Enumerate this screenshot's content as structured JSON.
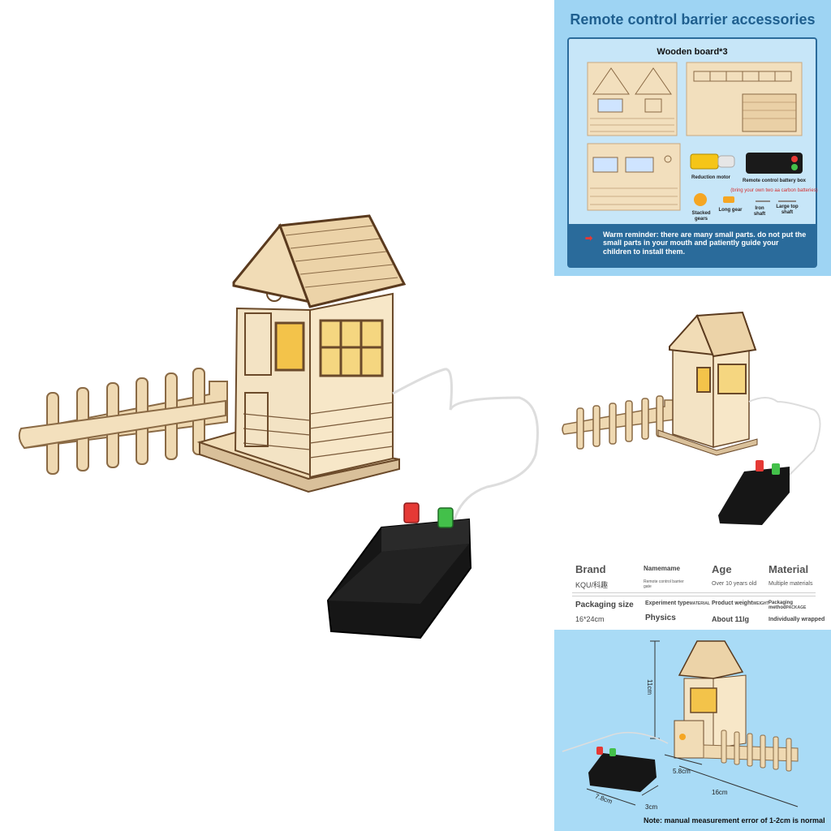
{
  "accessories": {
    "title": "Remote control barrier accessories",
    "board_label": "Wooden board*3",
    "parts": {
      "reduction_motor": "Reduction motor",
      "battery_box": "Remote control battery box",
      "battery_note": "(bring your own two aa carbon batteries)",
      "stacked_gears": "Stacked gears",
      "long_gear": "Long gear",
      "iron_shaft": "Iron shaft",
      "large_top_shaft": "Large top shaft"
    },
    "reminder": "Warm reminder: there are many small parts. do not put the small parts in your mouth and patiently guide your children to install them."
  },
  "specs": {
    "brand_label": "Brand",
    "brand_value": "KQU/科趣",
    "name_label": "Namemame",
    "name_value": "Remote control barrier gate",
    "age_label": "Age",
    "age_value": "Over 10 years old",
    "material_label": "Material",
    "material_value": "Multiple materials",
    "packaging_size_label": "Packaging size",
    "packaging_size_value": "16*24cm",
    "experiment_type_label": "Experiment type",
    "experiment_type_sub": "MATERIAL",
    "experiment_type_value": "Physics",
    "product_weight_label": "Product weight",
    "product_weight_sub": "WEIGHT",
    "product_weight_value": "About 11lg",
    "packaging_method_label": "Packaging method",
    "packaging_method_sub": "PACKAGE",
    "packaging_method_value": "Individually wrapped"
  },
  "dimensions": {
    "height": "11cm",
    "depth": "5.8cm",
    "length": "16cm",
    "remote_length": "7.8cm",
    "remote_width": "3cm",
    "note": "Note: manual measurement error of 1-2cm is normal"
  },
  "colors": {
    "panel_blue": "#9ed4f3",
    "title_blue": "#1f5f8f",
    "wood": "#f0dcb8",
    "wood_edge": "#7a5a3a",
    "remote_black": "#111111",
    "button_red": "#e53935",
    "button_green": "#43c04a"
  }
}
